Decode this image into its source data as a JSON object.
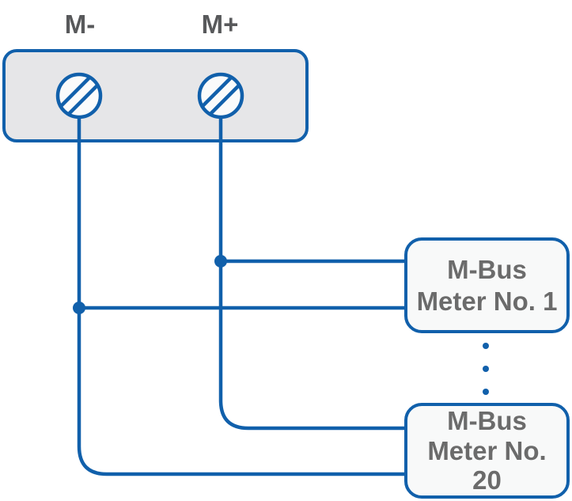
{
  "diagram": {
    "type": "m-bus-wiring-diagram",
    "terminal_block": {
      "terminals": [
        {
          "label": "M-"
        },
        {
          "label": "M+"
        }
      ],
      "terminal_icon": "screw-terminal-icon"
    },
    "meters": [
      {
        "name": "M-Bus Meter No. 1",
        "lines": [
          "M-Bus",
          "Meter No. 1"
        ]
      },
      {
        "name": "M-Bus Meter No. 20",
        "lines": [
          "M-Bus",
          "Meter No.",
          "20"
        ]
      }
    ],
    "more_meters_indicator": {
      "dot_count": 3
    }
  },
  "colors": {
    "wire_blue": "#1160ab",
    "block_fill": "#e6e6e8",
    "box_fill": "#f8f9f9",
    "label_gray": "#58595b",
    "meter_text_gray": "#6b6b6b",
    "background": "#ffffff"
  }
}
